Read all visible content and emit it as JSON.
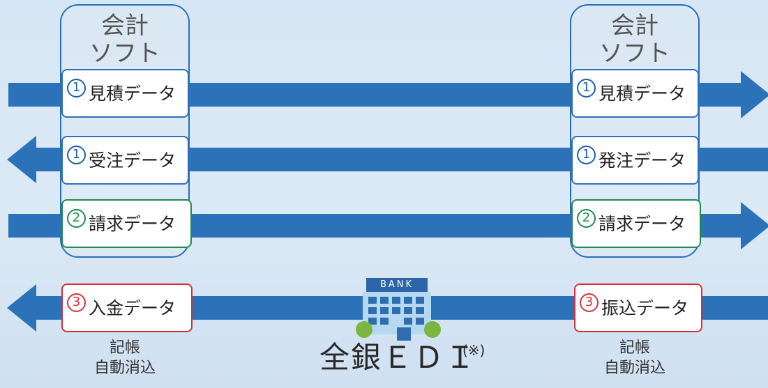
{
  "software": {
    "left": {
      "title_line1": "会計",
      "title_line2": "ソフト"
    },
    "right": {
      "title_line1": "会計",
      "title_line2": "ソフト"
    }
  },
  "flows": [
    {
      "left_label": {
        "number": "1",
        "text": "見積データ",
        "color": "#2f6fb7"
      },
      "right_label": {
        "number": "1",
        "text": "見積データ",
        "color": "#2f6fb7"
      }
    },
    {
      "left_label": {
        "number": "1",
        "text": "受注データ",
        "color": "#2f6fb7"
      },
      "right_label": {
        "number": "1",
        "text": "発注データ",
        "color": "#2f6fb7"
      }
    },
    {
      "left_label": {
        "number": "2",
        "text": "請求データ",
        "color": "#1f8a4d"
      },
      "right_label": {
        "number": "2",
        "text": "請求データ",
        "color": "#1f8a4d"
      }
    },
    {
      "left_label": {
        "number": "3",
        "text": "入金データ",
        "color": "#d43239"
      },
      "right_label": {
        "number": "3",
        "text": "振込データ",
        "color": "#d43239"
      }
    }
  ],
  "left_notes": {
    "line1": "記帳",
    "line2": "自動消込"
  },
  "right_notes": {
    "line1": "記帳",
    "line2": "自動消込"
  },
  "bank": {
    "label": "BANK",
    "icon": "bank-building-icon"
  },
  "center_title": "全銀ＥＤＩ",
  "center_note": "(※)",
  "colors": {
    "arrow": "#2c72b8",
    "background": "#d7e6f4",
    "blue": "#2f6fb7",
    "green": "#1f8a4d",
    "red": "#d43239"
  }
}
